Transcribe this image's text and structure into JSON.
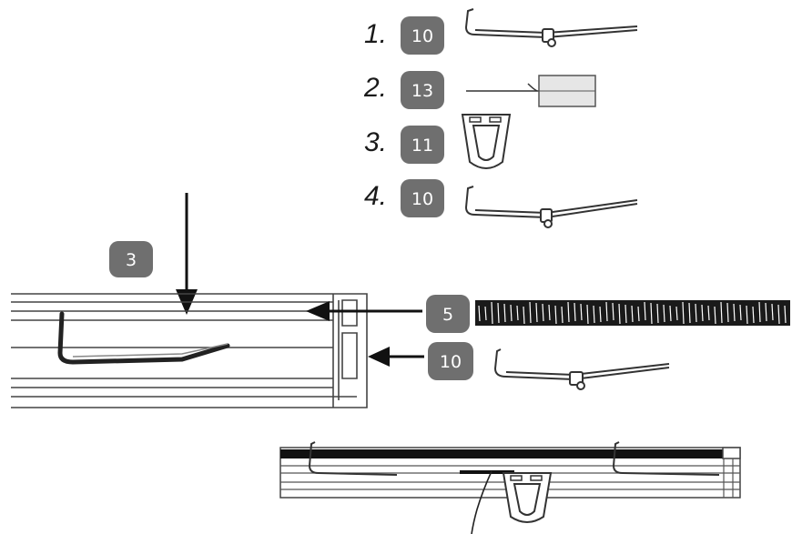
{
  "steps": [
    {
      "number": "1.",
      "badge": "10",
      "part": "hook-clip"
    },
    {
      "number": "2.",
      "badge": "13",
      "part": "cord-tape"
    },
    {
      "number": "3.",
      "badge": "11",
      "part": "u-clip"
    },
    {
      "number": "4.",
      "badge": "10",
      "part": "hook-clip"
    }
  ],
  "callouts": {
    "rail": "3",
    "brush": "5",
    "hook": "10"
  },
  "colors": {
    "badge": "#6f6f6f",
    "line": "#333333",
    "brush": "#1a1a1a"
  }
}
